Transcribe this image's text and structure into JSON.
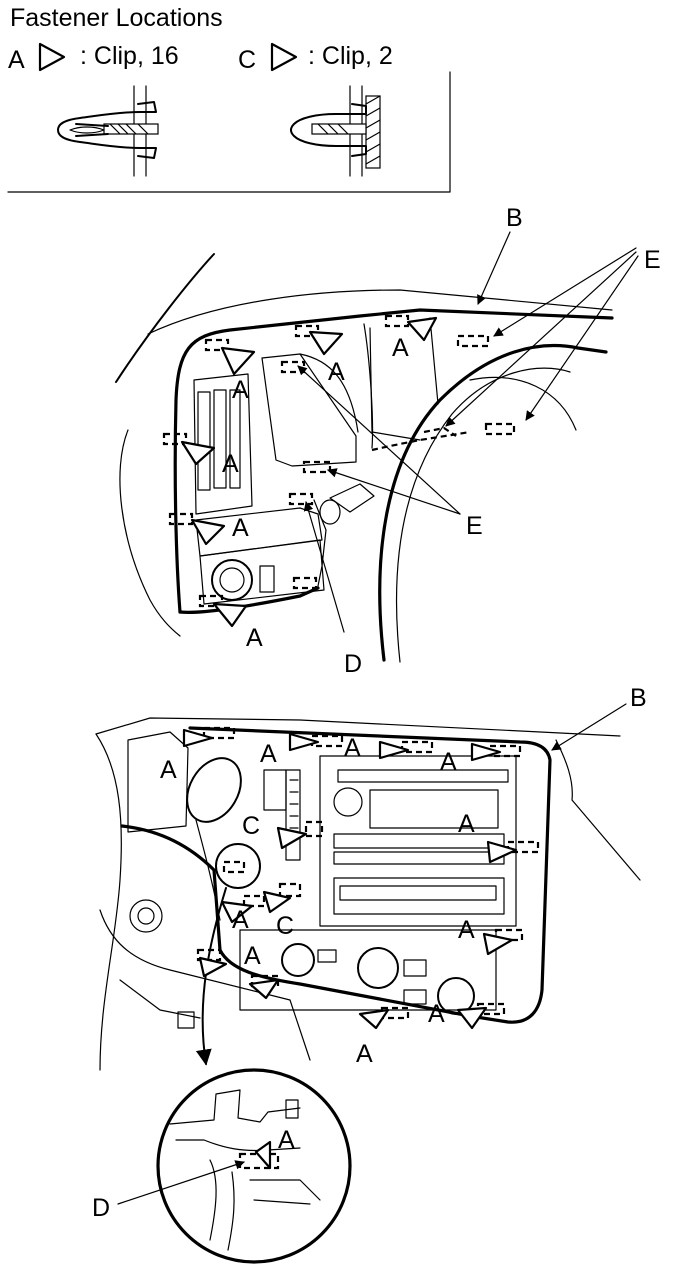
{
  "title": "Fastener Locations",
  "legend": {
    "a": {
      "letter": "A",
      "text": ": Clip, 16"
    },
    "c": {
      "letter": "C",
      "text": ": Clip, 2"
    }
  },
  "callouts": {
    "A": "A",
    "B": "B",
    "C": "C",
    "D": "D",
    "E": "E"
  }
}
